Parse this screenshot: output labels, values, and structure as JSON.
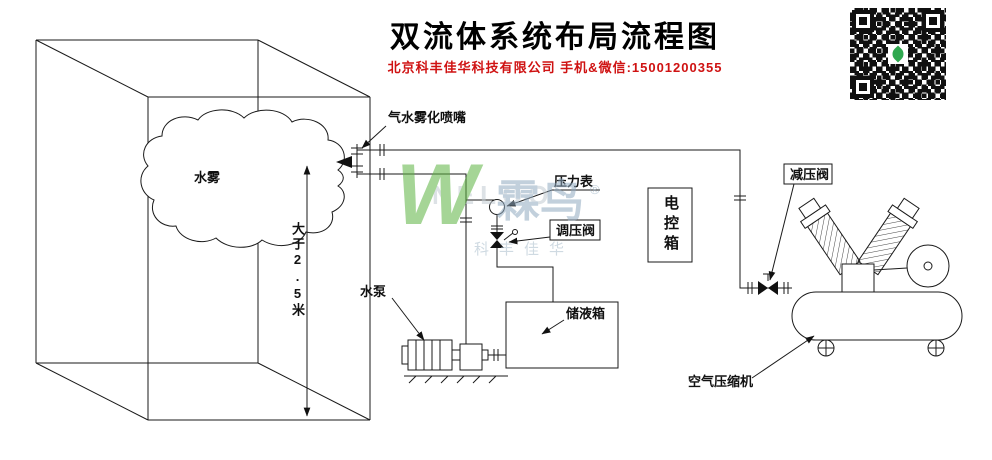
{
  "header": {
    "title": "双流体系统布局流程图",
    "company_line": "北京科丰佳华科技有限公司 手机&微信:15001200355"
  },
  "watermark": {
    "latin": "NELOO",
    "wordmark": "霖鸟",
    "registered": "®",
    "sub": "科丰佳华"
  },
  "labels": {
    "mist": "水雾",
    "nozzle": "气水雾化喷嘴",
    "pressure_gauge": "压力表",
    "regulating_valve": "调压阀",
    "control_box": "电控箱",
    "water_pump": "水泵",
    "storage_tank": "储液箱",
    "reducing_valve": "减压阀",
    "air_compressor": "空气压缩机",
    "min_height": "大于2.5米"
  },
  "colors": {
    "line": "#1a1a1a",
    "accent_red": "#cf1212",
    "watermark_green": "#5cb441",
    "watermark_blue": "#92abc0"
  }
}
